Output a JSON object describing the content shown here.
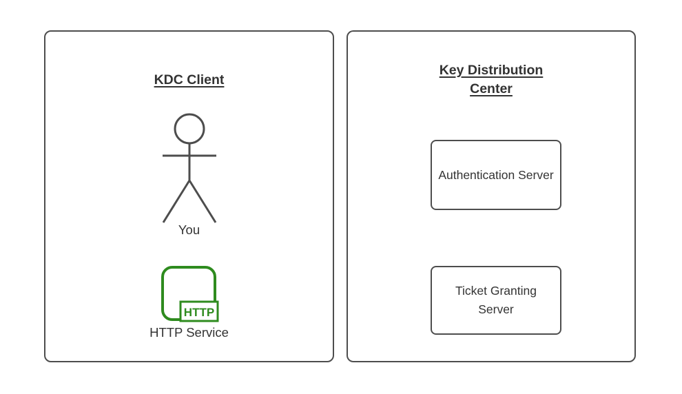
{
  "colors": {
    "stroke_gray": "#4d4d4d",
    "text_dark": "#333333",
    "http_green": "#2e8b1e",
    "background": "#ffffff"
  },
  "client_panel": {
    "title": "KDC Client",
    "actor_label": "You",
    "http_badge": "HTTP",
    "http_service_label": "HTTP Service"
  },
  "kdc_panel": {
    "title": "Key Distribution Center",
    "nodes": [
      {
        "label": "Authentication Server"
      },
      {
        "label": "Ticket Granting Server"
      }
    ]
  }
}
